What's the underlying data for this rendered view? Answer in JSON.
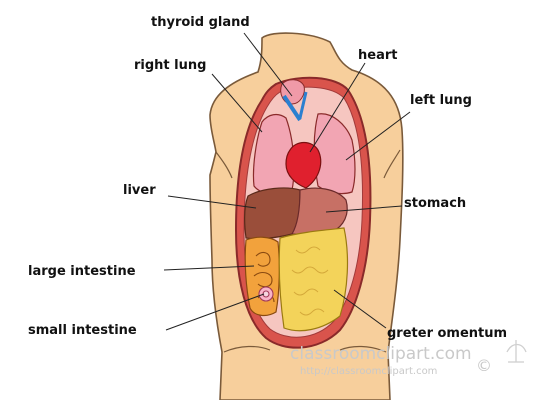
{
  "labels": {
    "thyroid": "thyroid gland",
    "heart": "heart",
    "right_lung": "right lung",
    "left_lung": "left lung",
    "liver": "liver",
    "stomach": "stomach",
    "large_intestine": "large intestine",
    "small_intestine": "small intestine",
    "omentum": "greter omentum"
  },
  "watermark": {
    "site": "classroomclipart.com",
    "url": "http://classroomclipart.com",
    "copyright": "©"
  },
  "colors": {
    "skin": "#f7cf9c",
    "skin_outline": "#7a5a3a",
    "cavity_red": "#c8343c",
    "lung_pink": "#f2a5b3",
    "heart_red": "#e0202e",
    "liver_brown": "#9a4e3a",
    "stomach": "#c77065",
    "intestine_orange": "#f2a23c",
    "omentum_yellow": "#f3d35a"
  }
}
